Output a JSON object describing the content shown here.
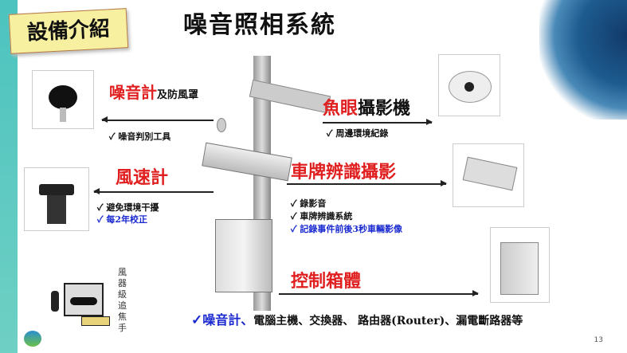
{
  "slide": {
    "tag": "設備介紹",
    "title": "噪音照相系統",
    "page_number": "13"
  },
  "noise_meter": {
    "title_red": "噪音計",
    "title_suffix": "及防風罩",
    "bullets": [
      "✓ 噪音判別工具"
    ]
  },
  "anemometer": {
    "title": "風速計",
    "bullets": [
      "✓ 避免環境干擾"
    ],
    "blue_bullets": [
      "✓ 每2年校正"
    ]
  },
  "fisheye": {
    "title_red": "魚眼",
    "title_black": "攝影機",
    "bullets": [
      "✓ 周邊環境紀錄"
    ]
  },
  "plate": {
    "title": "車牌辨識攝影",
    "bullets": [
      "✓ 錄影音",
      "✓ 車牌辨識系統"
    ],
    "blue_bullets": [
      "✓ 記錄事件前後3秒車輛影像"
    ]
  },
  "control_box": {
    "title": "控制箱體"
  },
  "footer": {
    "check": "✓",
    "blue": "噪音計、",
    "rest": "電腦主機、交換器、 路由器(Router)、漏電斷路器等"
  },
  "mascot_text": "風器級追焦手",
  "colors": {
    "red": "#e02020",
    "blue": "#1a2ad0",
    "teal": "#4cc3bf"
  }
}
